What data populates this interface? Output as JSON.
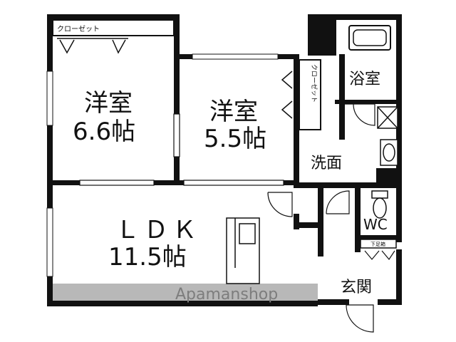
{
  "rooms": {
    "western1_name": "洋室",
    "western1_size": "6.6帖",
    "western2_name": "洋室",
    "western2_size": "5.5帖",
    "ldk_name": "ＬＤＫ",
    "ldk_size": "11.5帖",
    "bath": "浴室",
    "washroom": "洗面",
    "toilet": "WC",
    "entrance": "玄関"
  },
  "storage": {
    "closet_top": "クローゼット",
    "closet_vertical": "クローゼット",
    "shoe_box": "下足箱"
  },
  "watermark": "Apamanshop"
}
